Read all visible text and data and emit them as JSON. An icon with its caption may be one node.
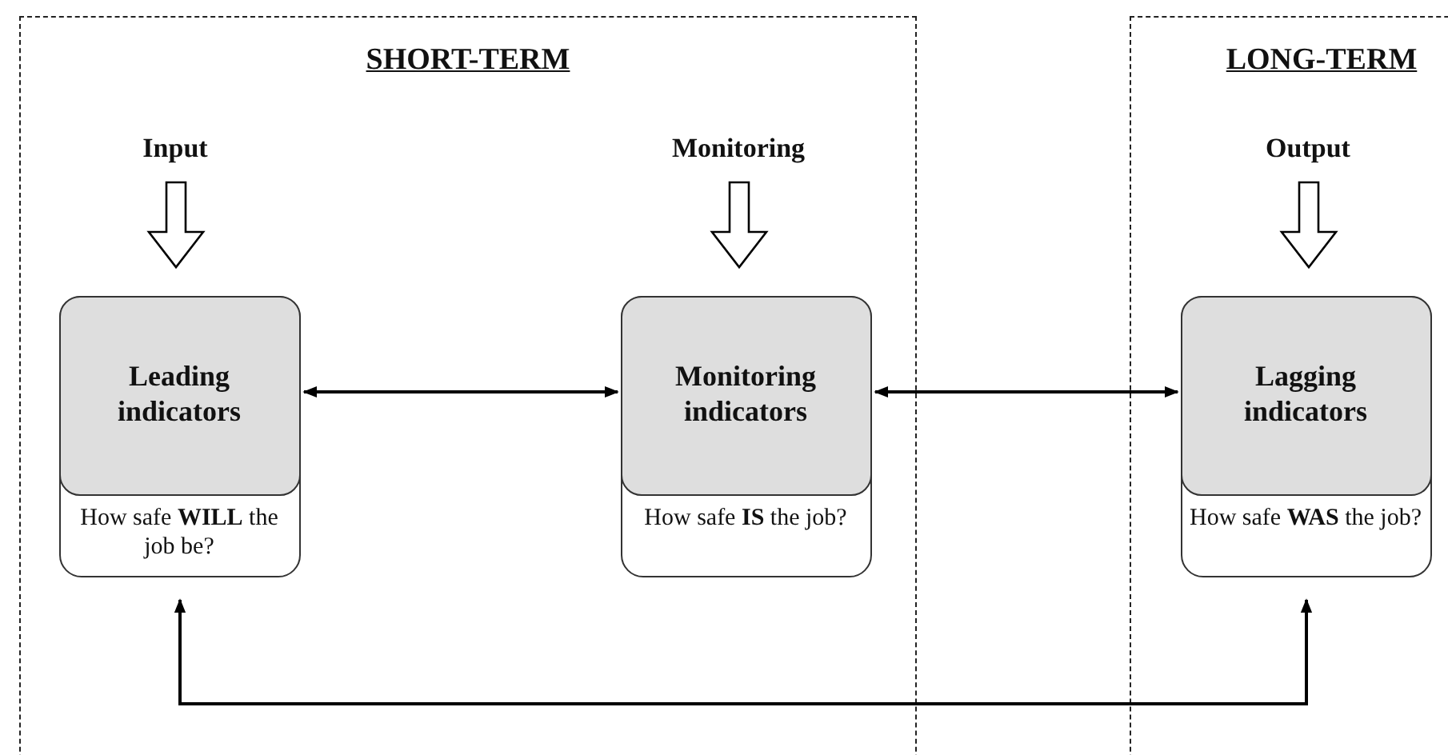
{
  "diagram": {
    "nodes": [
      {
        "text": [
          "SHORT-TERM"
        ]
      },
      {
        "text": [
          "Input"
        ],
        "in": 0
      },
      {
        "text": [
          "Monitoring"
        ],
        "in": 0
      },
      {
        "text": [
          "Leading indicators",
          "How safe **WILL** the job be?"
        ],
        "in": 0
      },
      {
        "text": [
          "Monitoring indicators",
          "How safe **IS** the job?"
        ],
        "in": 0
      },
      {
        "text": [
          "LONG-TERM"
        ]
      },
      {
        "text": [
          "Output"
        ],
        "in": 5
      },
      {
        "text": [
          "Lagging indicators",
          "How safe **WAS** the job?"
        ],
        "in": 5
      }
    ],
    "edges": [
      {
        "from": 1,
        "to": 3,
        "arrow": "to",
        "style": "thick"
      },
      {
        "from": 2,
        "to": 4,
        "arrow": "to",
        "style": "thick"
      },
      {
        "from": 6,
        "to": 7,
        "arrow": "to",
        "style": "thick"
      },
      {
        "from": 3,
        "to": 4,
        "arrow": "both"
      },
      {
        "from": 4,
        "to": 7,
        "arrow": "both"
      },
      {
        "from": 3,
        "to": 7,
        "arrow": "both"
      }
    ]
  }
}
